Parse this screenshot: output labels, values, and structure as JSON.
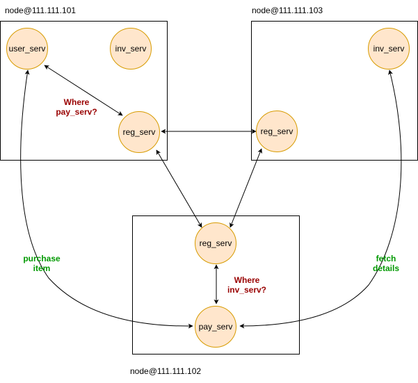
{
  "nodes": {
    "node101": {
      "label": "node@111.111.101"
    },
    "node103": {
      "label": "node@111.111.103"
    },
    "node102": {
      "label": "node@111.111.102"
    }
  },
  "services": {
    "user_serv_101": "user_serv",
    "inv_serv_101": "inv_serv",
    "reg_serv_101": "reg_serv",
    "reg_serv_103": "reg_serv",
    "inv_serv_103": "inv_serv",
    "reg_serv_102": "reg_serv",
    "pay_serv_102": "pay_serv"
  },
  "notes": {
    "where_pay": {
      "line1": "Where",
      "line2": "pay_serv?"
    },
    "where_inv": {
      "line1": "Where",
      "line2": "inv_serv?"
    },
    "purchase": {
      "line1": "purchase",
      "line2": "item"
    },
    "fetch": {
      "line1": "fetch",
      "line2": "details"
    }
  },
  "colors": {
    "service_fill": "#ffe6cc",
    "service_stroke": "#d79b00",
    "question_text": "#990000",
    "action_text": "#009900"
  }
}
